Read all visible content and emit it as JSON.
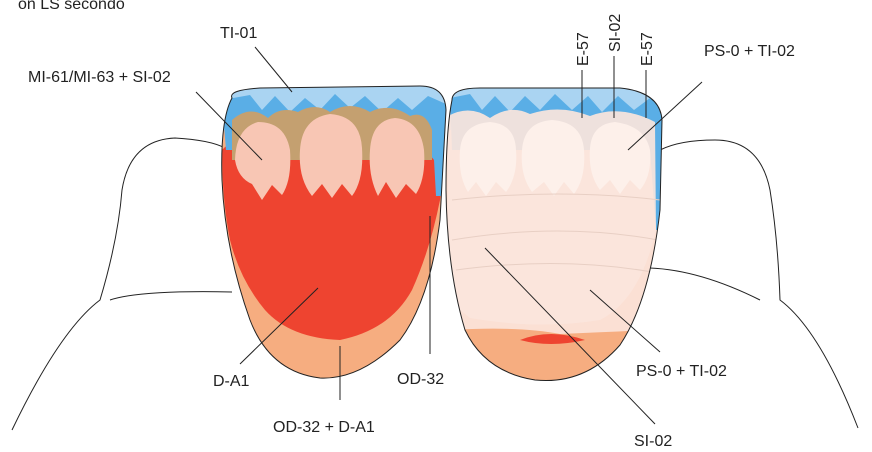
{
  "diagram": {
    "caption": "on LS secondo",
    "labels": {
      "ti01": "TI-01",
      "mi_si": "MI-61/MI-63 + SI-02",
      "e57_left": "E-57",
      "si02_top": "SI-02",
      "e57_right": "E-57",
      "ps_ti_top": "PS-0 + TI-02",
      "da1": "D-A1",
      "od32": "OD-32",
      "od32_da1": "OD-32 + D-A1",
      "ps_ti_bottom": "PS-0 + TI-02",
      "si02_bottom": "SI-02"
    },
    "colors": {
      "blue_layer": "#5aaee6",
      "light_blue": "#aad4f2",
      "red_dentin": "#ee4430",
      "orange_cervical": "#f6ad80",
      "pink_enamel": "#f8c6b4",
      "tan_mamelon": "#c4a070",
      "translucent_white": "#fbe5dc"
    }
  }
}
